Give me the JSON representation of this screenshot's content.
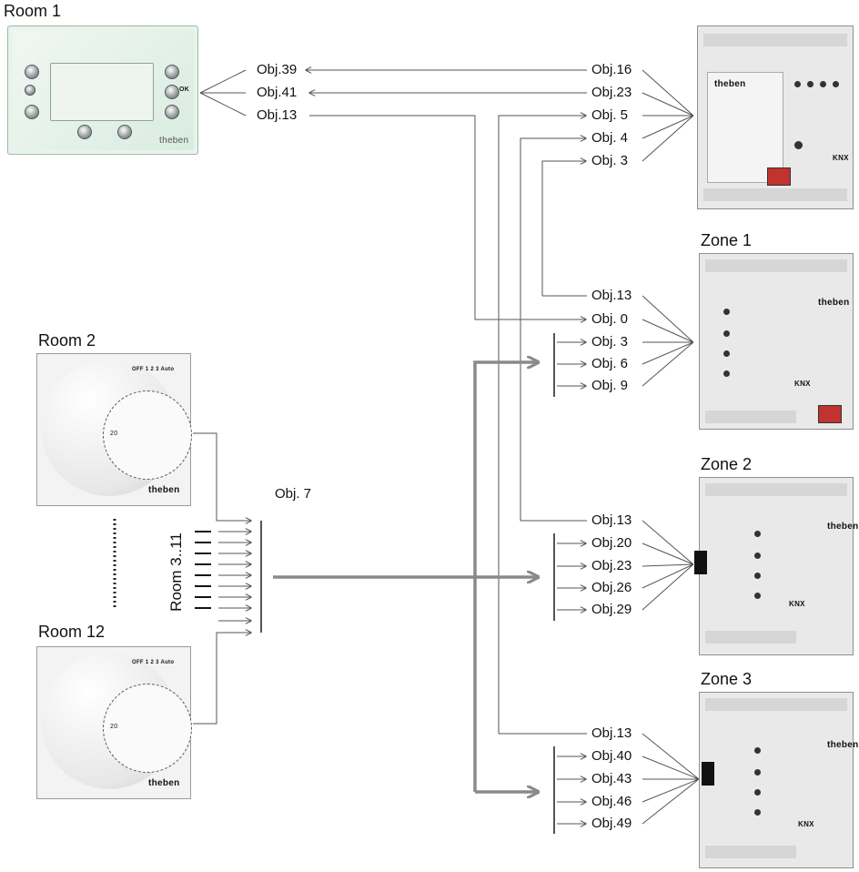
{
  "titles": {
    "room1": "Room 1",
    "room2": "Room 2",
    "room12": "Room 12",
    "zone1": "Zone 1",
    "zone2": "Zone 2",
    "zone3": "Zone 3"
  },
  "room1_outputs": [
    "Obj.39",
    "Obj.41",
    "Obj.13"
  ],
  "actuator_objects": [
    "Obj.16",
    "Obj.23",
    "Obj. 5",
    "Obj. 4",
    "Obj. 3"
  ],
  "zone1_objects": [
    "Obj.13",
    "Obj. 0",
    "Obj. 3",
    "Obj. 6",
    "Obj. 9"
  ],
  "zone2_objects": [
    "Obj.13",
    "Obj.20",
    "Obj.23",
    "Obj.26",
    "Obj.29"
  ],
  "zone3_objects": [
    "Obj.13",
    "Obj.40",
    "Obj.43",
    "Obj.46",
    "Obj.49"
  ],
  "bus_object": "Obj. 7",
  "rooms_range": "Room 3..11",
  "brand": "theben",
  "thermostat_modes": "OFF 1  2  3  Auto",
  "dial_value": "20",
  "panel_ok": "OK",
  "knx_mark": "KNX",
  "colors": {
    "line": "#555555",
    "thick_arrow": "#8a8a8a",
    "panel": "#d9ece0",
    "device": "#e9e9ea"
  }
}
